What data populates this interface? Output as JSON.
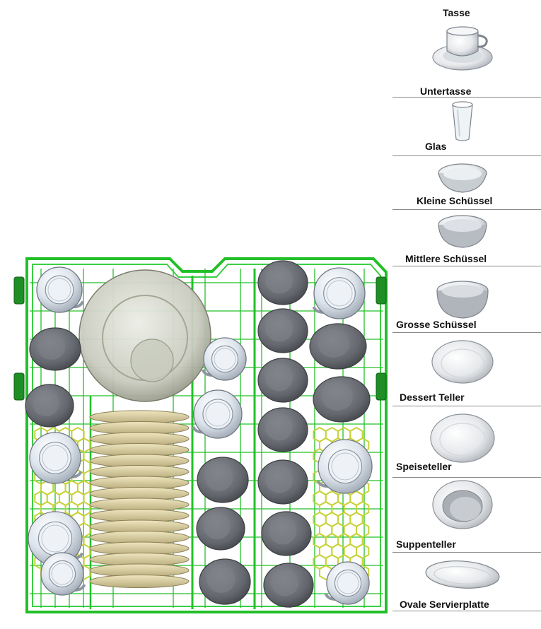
{
  "legend": {
    "items": [
      {
        "key": "cup",
        "label": "Tasse"
      },
      {
        "key": "saucer",
        "label": "Untertasse"
      },
      {
        "key": "glass",
        "label": "Glas"
      },
      {
        "key": "small_bowl",
        "label": "Kleine Schüssel"
      },
      {
        "key": "medium_bowl",
        "label": "Mittlere Schüssel"
      },
      {
        "key": "large_bowl",
        "label": "Grosse Schüssel"
      },
      {
        "key": "dessert_plate",
        "label": "Dessert Teller"
      },
      {
        "key": "dinner_plate",
        "label": "Speiseteller"
      },
      {
        "key": "soup_plate",
        "label": "Suppenteller"
      },
      {
        "key": "oval_platter",
        "label": "Ovale Servierplatte"
      }
    ]
  },
  "rack": {
    "frame_color": "#22c028",
    "holder_color": "#c8d23a"
  },
  "colors": {
    "porcelain": "#dfe6ee",
    "dark_cup": "#6c6f75",
    "plate_stack": "#d9cfa2"
  },
  "icons": {
    "cup": "cup-icon",
    "glass": "glass-icon",
    "bowl": "bowl-icon",
    "plate": "plate-icon",
    "platter": "platter-icon"
  }
}
